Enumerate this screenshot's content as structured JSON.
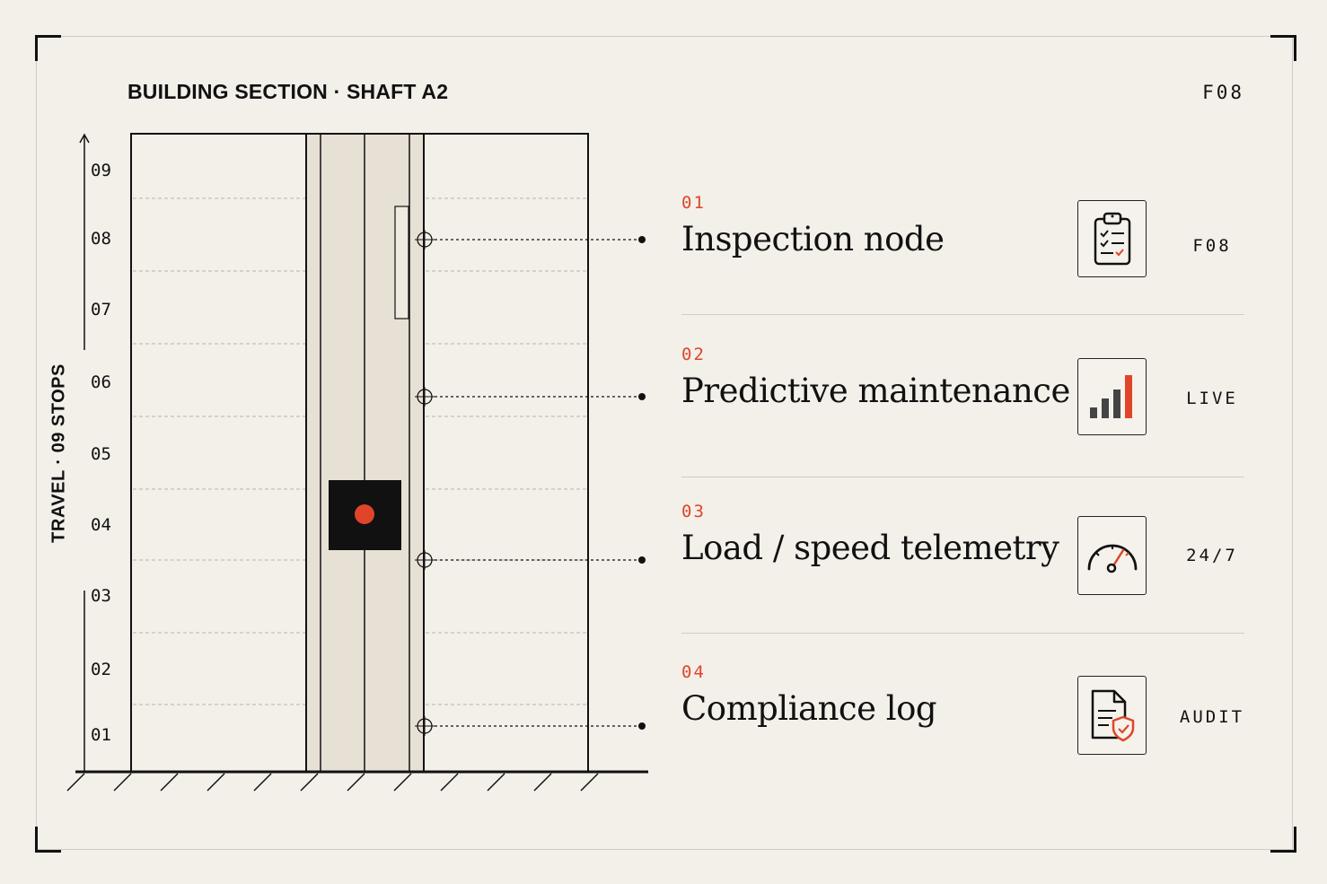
{
  "header": {
    "title": "BUILDING SECTION · SHAFT A2",
    "sheet_code": "F08"
  },
  "axis": {
    "label": "TRAVEL · 09 STOPS"
  },
  "floors": [
    "09",
    "08",
    "07",
    "06",
    "05",
    "04",
    "03",
    "02",
    "01"
  ],
  "features": [
    {
      "num": "01",
      "name": "Inspection node",
      "tag": "F08",
      "icon": "clipboard-check-icon"
    },
    {
      "num": "02",
      "name": "Predictive maintenance",
      "tag": "LIVE",
      "icon": "signal-bars-icon"
    },
    {
      "num": "03",
      "name": "Load / speed telemetry",
      "tag": "24/7",
      "icon": "speedometer-icon"
    },
    {
      "num": "04",
      "name": "Compliance log",
      "tag": "AUDIT",
      "icon": "document-shield-icon"
    }
  ],
  "colors": {
    "accent": "#e0452a",
    "ink": "#111111",
    "paper": "#f3efe9",
    "shaft": "#e7e0d5"
  }
}
